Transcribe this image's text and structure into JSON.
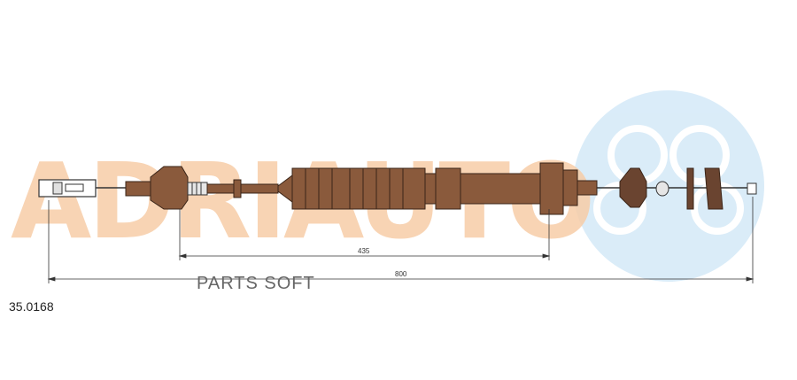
{
  "part_number": "35.0168",
  "watermark_text": "PARTS SOFT",
  "brand_logo_text": "ADRIAUTO",
  "dimensions": {
    "inner": {
      "value": "435"
    },
    "overall": {
      "value": "800"
    }
  },
  "colors": {
    "cable_brown": "#8a5a3c",
    "cable_dark": "#5a3a26",
    "logo_orange": "#f6c9a2",
    "logo_blue": "#cfe6f6"
  }
}
